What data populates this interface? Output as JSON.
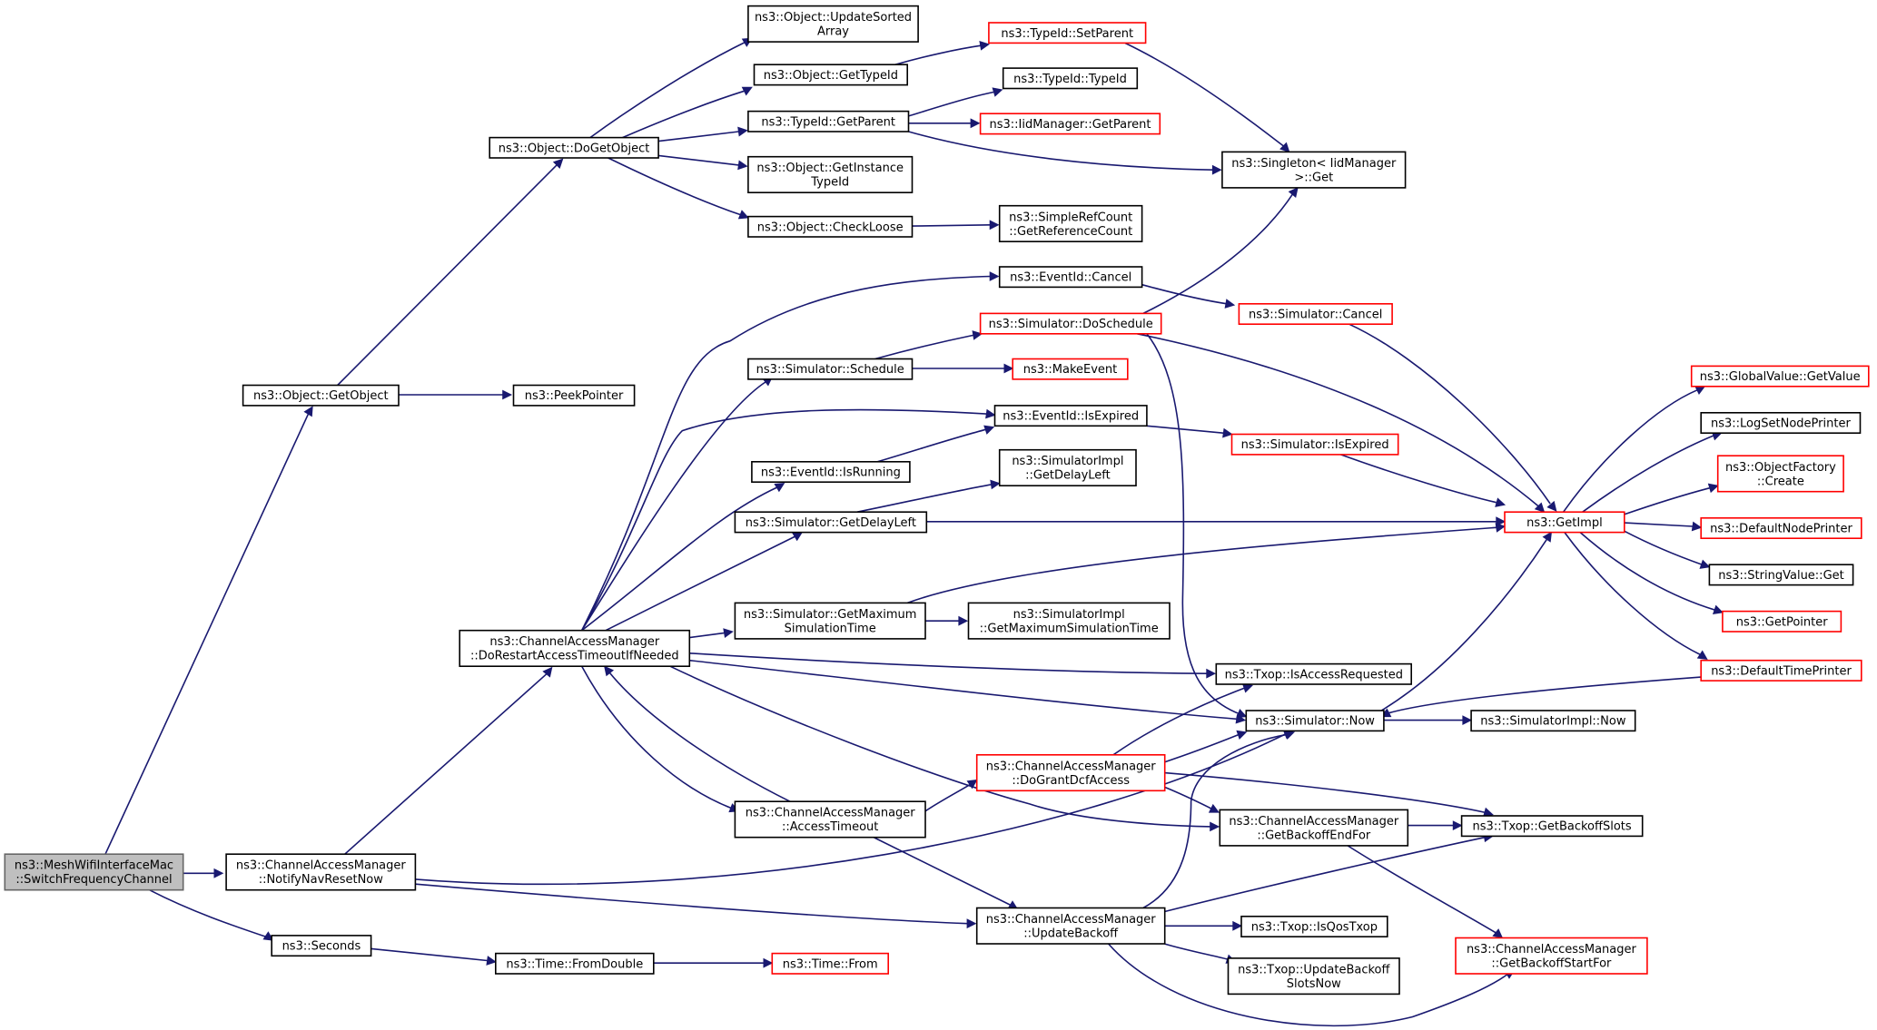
{
  "nodes": [
    {
      "id": "root",
      "lines": [
        "ns3::MeshWifiInterfaceMac",
        "::SwitchFrequencyChannel"
      ],
      "style": "root"
    },
    {
      "id": "getobject",
      "lines": [
        "ns3::Object::GetObject"
      ],
      "style": "normal"
    },
    {
      "id": "notifynav",
      "lines": [
        "ns3::ChannelAccessManager",
        "::NotifyNavResetNow"
      ],
      "style": "normal"
    },
    {
      "id": "seconds",
      "lines": [
        "ns3::Seconds"
      ],
      "style": "normal"
    },
    {
      "id": "dogetobject",
      "lines": [
        "ns3::Object::DoGetObject"
      ],
      "style": "normal"
    },
    {
      "id": "peekpointer",
      "lines": [
        "ns3::PeekPointer"
      ],
      "style": "normal"
    },
    {
      "id": "updatesorted",
      "lines": [
        "ns3::Object::UpdateSorted",
        "Array"
      ],
      "style": "normal"
    },
    {
      "id": "objgettypeid",
      "lines": [
        "ns3::Object::GetTypeId"
      ],
      "style": "normal"
    },
    {
      "id": "typeidgetparent",
      "lines": [
        "ns3::TypeId::GetParent"
      ],
      "style": "normal"
    },
    {
      "id": "getinstancetypeid",
      "lines": [
        "ns3::Object::GetInstance",
        "TypeId"
      ],
      "style": "normal"
    },
    {
      "id": "checkloose",
      "lines": [
        "ns3::Object::CheckLoose"
      ],
      "style": "normal"
    },
    {
      "id": "setparent",
      "lines": [
        "ns3::TypeId::SetParent"
      ],
      "style": "trunc"
    },
    {
      "id": "typeidtypeid",
      "lines": [
        "ns3::TypeId::TypeId"
      ],
      "style": "normal"
    },
    {
      "id": "iidgetparent",
      "lines": [
        "ns3::IidManager::GetParent"
      ],
      "style": "trunc"
    },
    {
      "id": "singleton",
      "lines": [
        "ns3::Singleton< IidManager",
        ">::Get"
      ],
      "style": "normal"
    },
    {
      "id": "simplerefcount",
      "lines": [
        "ns3::SimpleRefCount",
        "::GetReferenceCount"
      ],
      "style": "normal"
    },
    {
      "id": "dorestart",
      "lines": [
        "ns3::ChannelAccessManager",
        "::DoRestartAccessTimeoutIfNeeded"
      ],
      "style": "normal"
    },
    {
      "id": "eventcancel",
      "lines": [
        "ns3::EventId::Cancel"
      ],
      "style": "normal"
    },
    {
      "id": "simcancel",
      "lines": [
        "ns3::Simulator::Cancel"
      ],
      "style": "trunc"
    },
    {
      "id": "doschedule",
      "lines": [
        "ns3::Simulator::DoSchedule"
      ],
      "style": "trunc"
    },
    {
      "id": "schedule",
      "lines": [
        "ns3::Simulator::Schedule"
      ],
      "style": "normal"
    },
    {
      "id": "makeevent",
      "lines": [
        "ns3::MakeEvent"
      ],
      "style": "trunc"
    },
    {
      "id": "isexpired",
      "lines": [
        "ns3::EventId::IsExpired"
      ],
      "style": "normal"
    },
    {
      "id": "simisexpired",
      "lines": [
        "ns3::Simulator::IsExpired"
      ],
      "style": "trunc"
    },
    {
      "id": "isrunning",
      "lines": [
        "ns3::EventId::IsRunning"
      ],
      "style": "normal"
    },
    {
      "id": "implgetdelayleft",
      "lines": [
        "ns3::SimulatorImpl",
        "::GetDelayLeft"
      ],
      "style": "normal"
    },
    {
      "id": "simgetdelayleft",
      "lines": [
        "ns3::Simulator::GetDelayLeft"
      ],
      "style": "normal"
    },
    {
      "id": "getimpl",
      "lines": [
        "ns3::GetImpl"
      ],
      "style": "trunc"
    },
    {
      "id": "getmaxsim",
      "lines": [
        "ns3::Simulator::GetMaximum",
        "SimulationTime"
      ],
      "style": "normal"
    },
    {
      "id": "implgetmaxsim",
      "lines": [
        "ns3::SimulatorImpl",
        "::GetMaximumSimulationTime"
      ],
      "style": "normal"
    },
    {
      "id": "isaccessreq",
      "lines": [
        "ns3::Txop::IsAccessRequested"
      ],
      "style": "normal"
    },
    {
      "id": "simnow",
      "lines": [
        "ns3::Simulator::Now"
      ],
      "style": "normal"
    },
    {
      "id": "implnow",
      "lines": [
        "ns3::SimulatorImpl::Now"
      ],
      "style": "normal"
    },
    {
      "id": "dogrant",
      "lines": [
        "ns3::ChannelAccessManager",
        "::DoGrantDcfAccess"
      ],
      "style": "trunc"
    },
    {
      "id": "accesstimeout",
      "lines": [
        "ns3::ChannelAccessManager",
        "::AccessTimeout"
      ],
      "style": "normal"
    },
    {
      "id": "getbackoffend",
      "lines": [
        "ns3::ChannelAccessManager",
        "::GetBackoffEndFor"
      ],
      "style": "normal"
    },
    {
      "id": "getbackoffslots",
      "lines": [
        "ns3::Txop::GetBackoffSlots"
      ],
      "style": "normal"
    },
    {
      "id": "updatebackoff",
      "lines": [
        "ns3::ChannelAccessManager",
        "::UpdateBackoff"
      ],
      "style": "normal"
    },
    {
      "id": "isqostxop",
      "lines": [
        "ns3::Txop::IsQosTxop"
      ],
      "style": "normal"
    },
    {
      "id": "updatebackoffslots",
      "lines": [
        "ns3::Txop::UpdateBackoff",
        "SlotsNow"
      ],
      "style": "normal"
    },
    {
      "id": "getbackoffstart",
      "lines": [
        "ns3::ChannelAccessManager",
        "::GetBackoffStartFor"
      ],
      "style": "trunc"
    },
    {
      "id": "fromdouble",
      "lines": [
        "ns3::Time::FromDouble"
      ],
      "style": "normal"
    },
    {
      "id": "timefrom",
      "lines": [
        "ns3::Time::From"
      ],
      "style": "trunc"
    },
    {
      "id": "globalvalue",
      "lines": [
        "ns3::GlobalValue::GetValue"
      ],
      "style": "trunc"
    },
    {
      "id": "logsetnode",
      "lines": [
        "ns3::LogSetNodePrinter"
      ],
      "style": "normal"
    },
    {
      "id": "objfactory",
      "lines": [
        "ns3::ObjectFactory",
        "::Create"
      ],
      "style": "trunc"
    },
    {
      "id": "defaultnode",
      "lines": [
        "ns3::DefaultNodePrinter"
      ],
      "style": "trunc"
    },
    {
      "id": "stringvalue",
      "lines": [
        "ns3::StringValue::Get"
      ],
      "style": "normal"
    },
    {
      "id": "getpointer",
      "lines": [
        "ns3::GetPointer"
      ],
      "style": "trunc"
    },
    {
      "id": "defaulttime",
      "lines": [
        "ns3::DefaultTimePrinter"
      ],
      "style": "trunc"
    }
  ],
  "edges": [
    {
      "from": "root",
      "to": "getobject"
    },
    {
      "from": "root",
      "to": "notifynav"
    },
    {
      "from": "root",
      "to": "seconds"
    },
    {
      "from": "getobject",
      "to": "dogetobject"
    },
    {
      "from": "getobject",
      "to": "peekpointer"
    },
    {
      "from": "dogetobject",
      "to": "updatesorted"
    },
    {
      "from": "dogetobject",
      "to": "objgettypeid"
    },
    {
      "from": "dogetobject",
      "to": "typeidgetparent"
    },
    {
      "from": "dogetobject",
      "to": "getinstancetypeid"
    },
    {
      "from": "dogetobject",
      "to": "checkloose"
    },
    {
      "from": "objgettypeid",
      "to": "setparent"
    },
    {
      "from": "setparent",
      "to": "singleton"
    },
    {
      "from": "typeidgetparent",
      "to": "typeidtypeid"
    },
    {
      "from": "typeidgetparent",
      "to": "iidgetparent"
    },
    {
      "from": "typeidgetparent",
      "to": "singleton"
    },
    {
      "from": "checkloose",
      "to": "simplerefcount"
    },
    {
      "from": "notifynav",
      "to": "dorestart"
    },
    {
      "from": "notifynav",
      "to": "simnow"
    },
    {
      "from": "notifynav",
      "to": "updatebackoff"
    },
    {
      "from": "dorestart",
      "to": "eventcancel"
    },
    {
      "from": "dorestart",
      "to": "schedule"
    },
    {
      "from": "dorestart",
      "to": "isexpired"
    },
    {
      "from": "dorestart",
      "to": "isrunning"
    },
    {
      "from": "dorestart",
      "to": "simgetdelayleft"
    },
    {
      "from": "dorestart",
      "to": "getmaxsim"
    },
    {
      "from": "dorestart",
      "to": "isaccessreq"
    },
    {
      "from": "dorestart",
      "to": "simnow"
    },
    {
      "from": "dorestart",
      "to": "accesstimeout"
    },
    {
      "from": "dorestart",
      "to": "getbackoffend"
    },
    {
      "from": "eventcancel",
      "to": "simcancel"
    },
    {
      "from": "simcancel",
      "to": "getimpl"
    },
    {
      "from": "schedule",
      "to": "doschedule"
    },
    {
      "from": "schedule",
      "to": "makeevent"
    },
    {
      "from": "doschedule",
      "to": "singleton"
    },
    {
      "from": "doschedule",
      "to": "getimpl"
    },
    {
      "from": "doschedule",
      "to": "simnow"
    },
    {
      "from": "isexpired",
      "to": "simisexpired"
    },
    {
      "from": "simisexpired",
      "to": "getimpl"
    },
    {
      "from": "isrunning",
      "to": "isexpired"
    },
    {
      "from": "simgetdelayleft",
      "to": "implgetdelayleft"
    },
    {
      "from": "simgetdelayleft",
      "to": "getimpl"
    },
    {
      "from": "getmaxsim",
      "to": "implgetmaxsim"
    },
    {
      "from": "getmaxsim",
      "to": "getimpl"
    },
    {
      "from": "simnow",
      "to": "getimpl"
    },
    {
      "from": "simnow",
      "to": "implnow"
    },
    {
      "from": "getimpl",
      "to": "globalvalue"
    },
    {
      "from": "getimpl",
      "to": "logsetnode"
    },
    {
      "from": "getimpl",
      "to": "objfactory"
    },
    {
      "from": "getimpl",
      "to": "defaultnode"
    },
    {
      "from": "getimpl",
      "to": "stringvalue"
    },
    {
      "from": "getimpl",
      "to": "getpointer"
    },
    {
      "from": "getimpl",
      "to": "defaulttime"
    },
    {
      "from": "defaulttime",
      "to": "simnow"
    },
    {
      "from": "accesstimeout",
      "to": "dorestart"
    },
    {
      "from": "accesstimeout",
      "to": "dogrant"
    },
    {
      "from": "accesstimeout",
      "to": "updatebackoff"
    },
    {
      "from": "dogrant",
      "to": "isaccessreq"
    },
    {
      "from": "dogrant",
      "to": "simnow"
    },
    {
      "from": "dogrant",
      "to": "getbackoffend"
    },
    {
      "from": "dogrant",
      "to": "getbackoffslots"
    },
    {
      "from": "getbackoffend",
      "to": "getbackoffslots"
    },
    {
      "from": "getbackoffend",
      "to": "getbackoffstart"
    },
    {
      "from": "updatebackoff",
      "to": "simnow"
    },
    {
      "from": "updatebackoff",
      "to": "getbackoffslots"
    },
    {
      "from": "updatebackoff",
      "to": "isqostxop"
    },
    {
      "from": "updatebackoff",
      "to": "updatebackoffslots"
    },
    {
      "from": "updatebackoff",
      "to": "getbackoffstart"
    },
    {
      "from": "seconds",
      "to": "fromdouble"
    },
    {
      "from": "fromdouble",
      "to": "timefrom"
    }
  ]
}
